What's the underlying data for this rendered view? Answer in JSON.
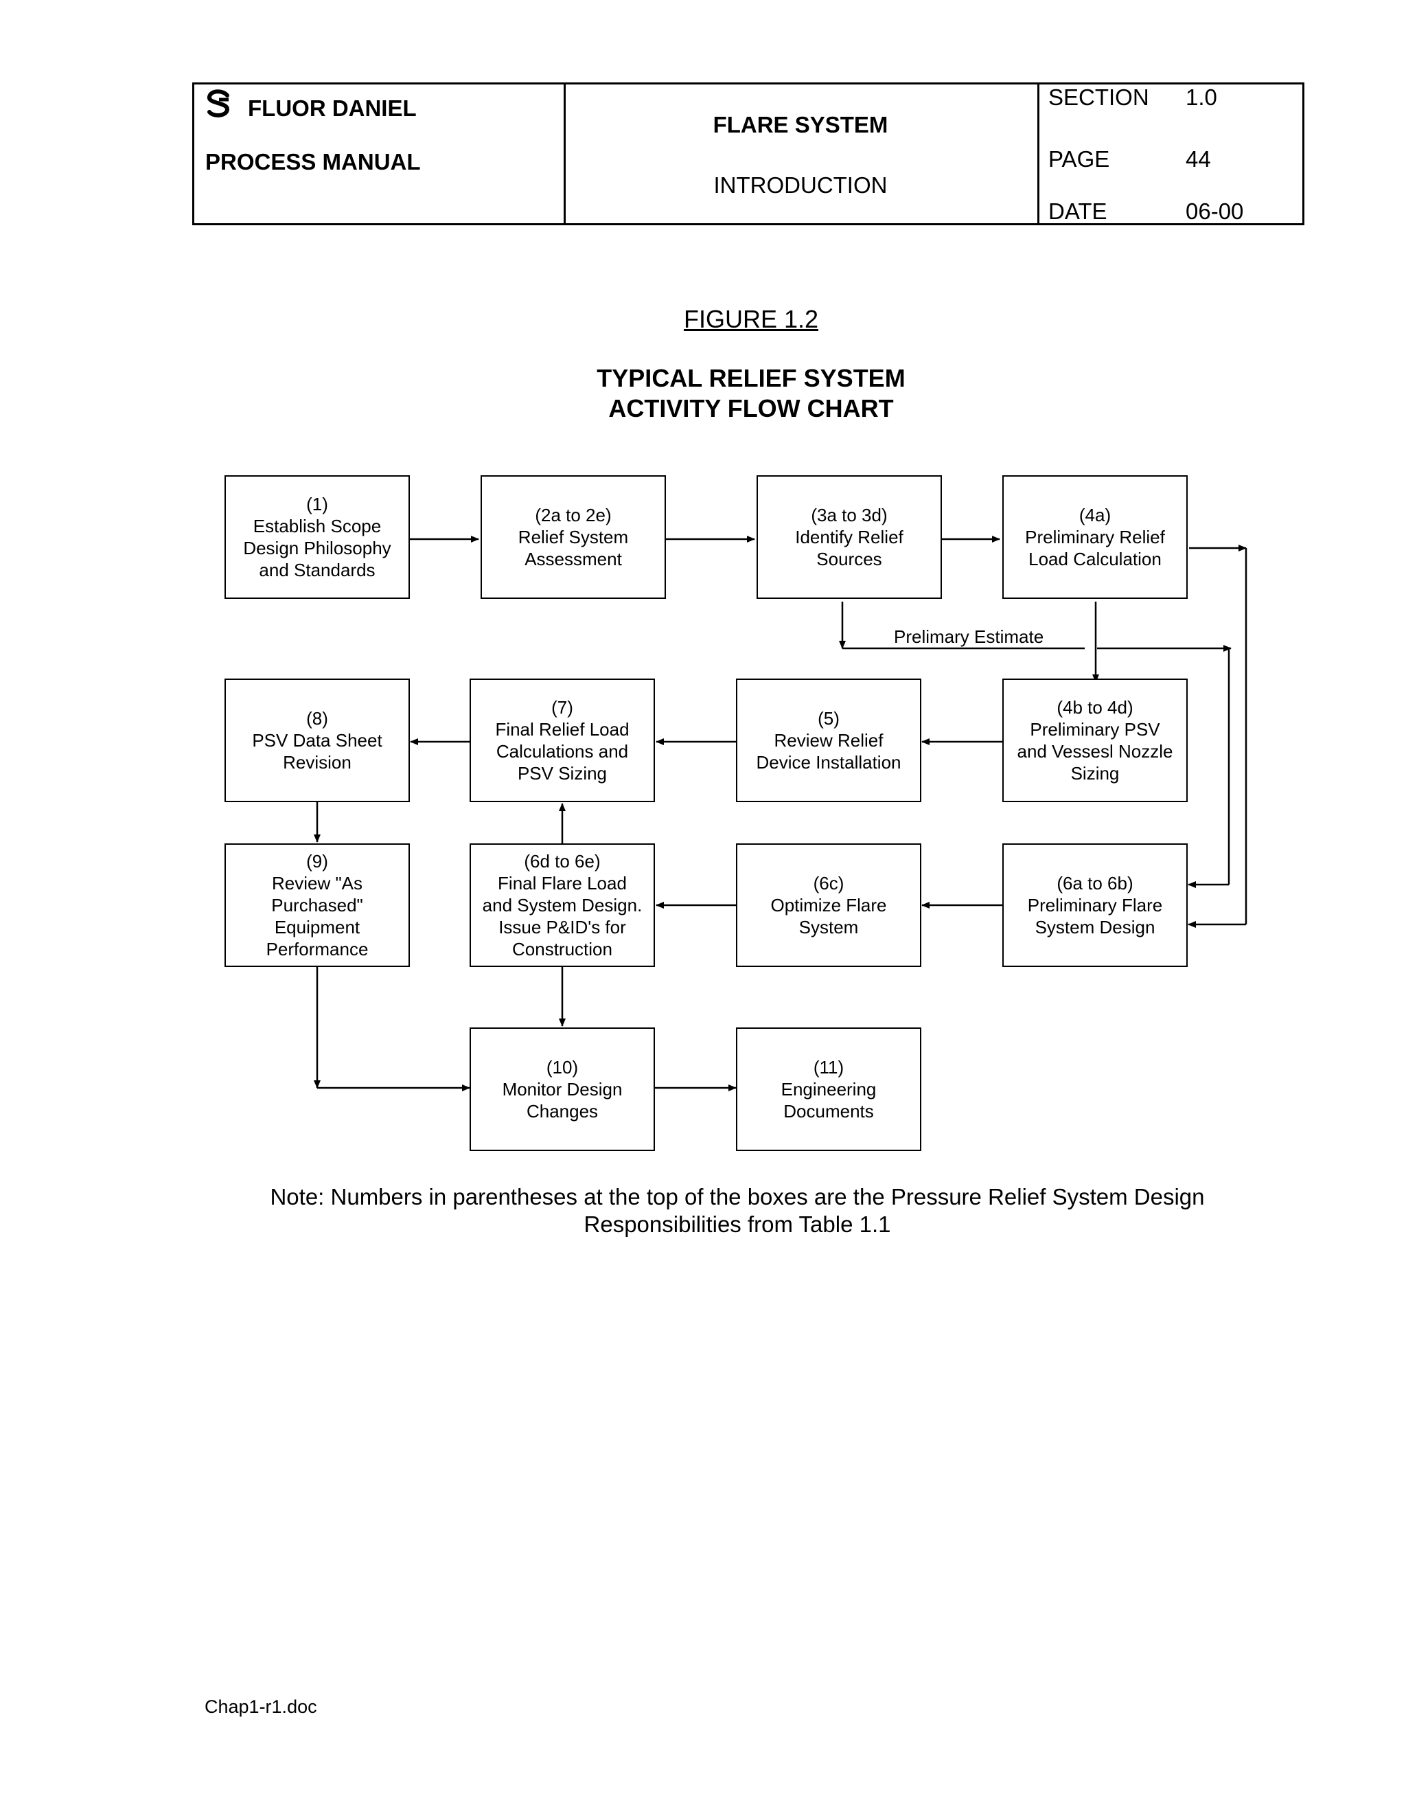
{
  "header": {
    "company": "FLUOR DANIEL",
    "manual": "PROCESS MANUAL",
    "system": "FLARE SYSTEM",
    "chapter": "INTRODUCTION",
    "section_label": "SECTION",
    "section_value": "1.0",
    "page_label": "PAGE",
    "page_value": "44",
    "date_label": "DATE",
    "date_value": "06-00"
  },
  "figure": {
    "number": "FIGURE 1.2",
    "title_line1": "TYPICAL RELIEF SYSTEM",
    "title_line2": "ACTIVITY FLOW CHART"
  },
  "boxes": {
    "b1": "(1)\nEstablish Scope\nDesign Philosophy\nand Standards",
    "b2": "(2a to 2e)\nRelief System\nAssessment",
    "b3": "(3a to 3d)\nIdentify Relief\nSources",
    "b4a": "(4a)\nPreliminary Relief\nLoad Calculation",
    "b8": "(8)\nPSV Data Sheet\nRevision",
    "b7": "(7)\nFinal Relief Load\nCalculations and\nPSV Sizing",
    "b5": "(5)\nReview Relief\nDevice Installation",
    "b4b": "(4b to 4d)\nPreliminary PSV\nand Vessesl Nozzle\nSizing",
    "b9": "(9)\nReview \"As\nPurchased\"\nEquipment\nPerformance",
    "b6d": "(6d to 6e)\nFinal Flare Load\nand System Design.\nIssue P&ID's for\nConstruction",
    "b6c": "(6c)\nOptimize Flare\nSystem",
    "b6a": "(6a to 6b)\nPreliminary Flare\nSystem Design",
    "b10": "(10)\nMonitor Design\nChanges",
    "b11": "(11)\nEngineering\nDocuments"
  },
  "edge_label": "Prelimary Estimate",
  "note_line1": "Note: Numbers in parentheses at the top of the boxes are the Pressure Relief System Design",
  "note_line2": "Responsibilities from Table 1.1",
  "footer": "Chap1-r1.doc"
}
